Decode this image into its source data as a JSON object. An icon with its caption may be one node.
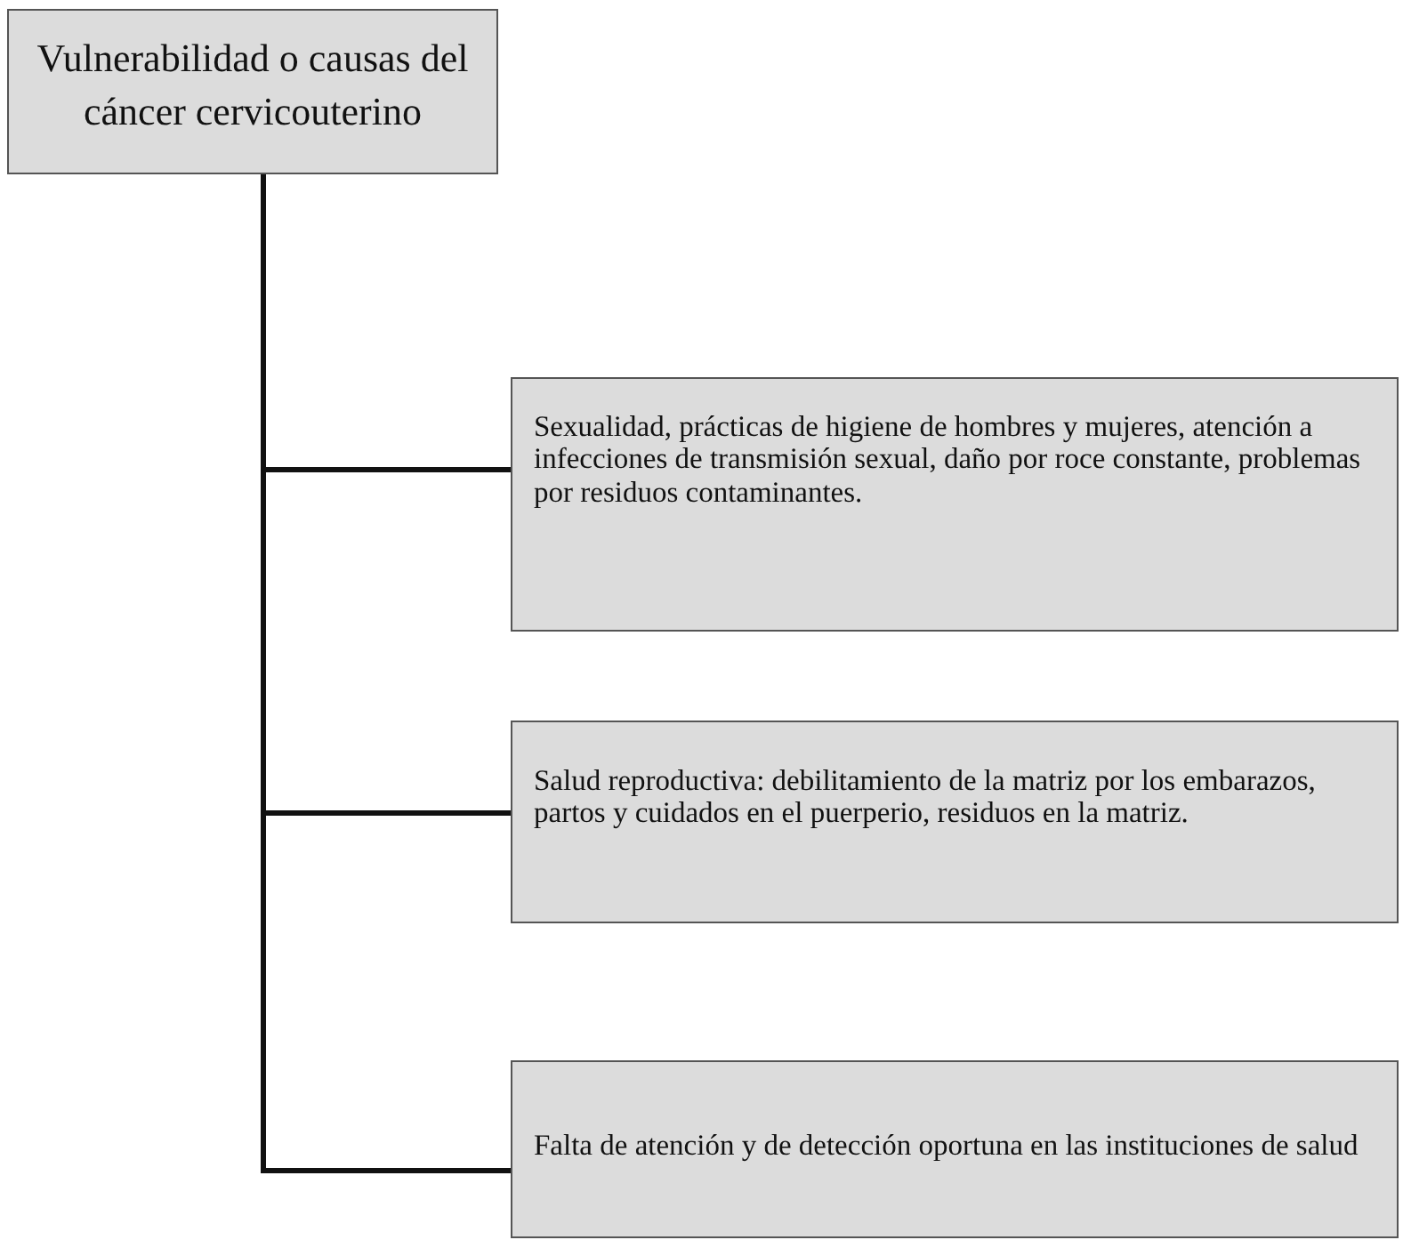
{
  "diagram": {
    "nodes": [
      {
        "text": [
          "Vulnerabilidad o causas del cáncer cervicouterino"
        ]
      },
      {
        "text": [
          "Sexualidad, prácticas de higiene de hombres y mujeres, atención a infecciones de transmisión sexual, daño por roce constante, problemas por residuos contaminantes."
        ]
      },
      {
        "text": [
          "Salud reproductiva: debilitamiento de la matriz por los embarazos, partos y cuidados en el puerperio, residuos en la matriz."
        ]
      },
      {
        "text": [
          "Falta de atención y de detección oportuna en las instituciones de salud"
        ]
      }
    ],
    "edges": [
      {
        "from": 0,
        "to": 1,
        "arrow": "none"
      },
      {
        "from": 0,
        "to": 2,
        "arrow": "none"
      },
      {
        "from": 0,
        "to": 3,
        "arrow": "none"
      }
    ]
  }
}
